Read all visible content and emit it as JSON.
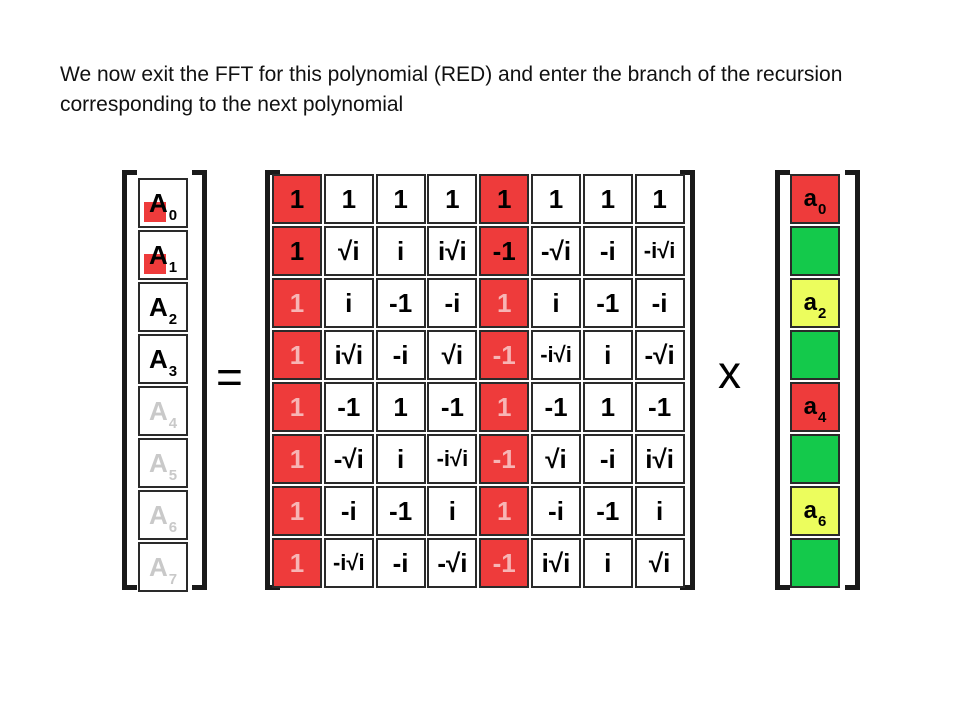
{
  "caption": "We now exit the FFT for this polynomial (RED) and enter the branch of the recursion corresponding to the next polynomial",
  "equals_sign": "=",
  "times_sign": "x",
  "output_vector": [
    {
      "base": "A",
      "sub": "0",
      "style": "marked"
    },
    {
      "base": "A",
      "sub": "1",
      "style": "marked"
    },
    {
      "base": "A",
      "sub": "2",
      "style": "normal"
    },
    {
      "base": "A",
      "sub": "3",
      "style": "normal"
    },
    {
      "base": "A",
      "sub": "4",
      "style": "faded"
    },
    {
      "base": "A",
      "sub": "5",
      "style": "faded"
    },
    {
      "base": "A",
      "sub": "6",
      "style": "faded"
    },
    {
      "base": "A",
      "sub": "7",
      "style": "faded"
    }
  ],
  "matrix": [
    [
      "1",
      "1",
      "1",
      "1",
      "1",
      "1",
      "1",
      "1"
    ],
    [
      "1",
      "√i",
      "i",
      "i√i",
      "-1",
      "-√i",
      "-i",
      "-i√i"
    ],
    [
      "1",
      "i",
      "-1",
      "-i",
      "1",
      "i",
      "-1",
      "-i"
    ],
    [
      "1",
      "i√i",
      "-i",
      "√i",
      "-1",
      "-i√i",
      "i",
      "-√i"
    ],
    [
      "1",
      "-1",
      "1",
      "-1",
      "1",
      "-1",
      "1",
      "-1"
    ],
    [
      "1",
      "-√i",
      "i",
      "-i√i",
      "-1",
      "√i",
      "-i",
      "i√i"
    ],
    [
      "1",
      "-i",
      "-1",
      "i",
      "1",
      "-i",
      "-1",
      "i"
    ],
    [
      "1",
      "-i√i",
      "-i",
      "-√i",
      "-1",
      "i√i",
      "i",
      "√i"
    ]
  ],
  "red_columns": [
    0,
    4
  ],
  "input_vector": [
    {
      "base": "a",
      "sub": "0",
      "color": "red"
    },
    {
      "base": "",
      "sub": "",
      "color": "green"
    },
    {
      "base": "a",
      "sub": "2",
      "color": "yellow"
    },
    {
      "base": "",
      "sub": "",
      "color": "green"
    },
    {
      "base": "a",
      "sub": "4",
      "color": "red"
    },
    {
      "base": "",
      "sub": "",
      "color": "green"
    },
    {
      "base": "a",
      "sub": "6",
      "color": "yellow"
    },
    {
      "base": "",
      "sub": "",
      "color": "green"
    }
  ],
  "colors": {
    "red": "#ee3b3b",
    "green": "#14c94b",
    "yellow": "#ecfd5d"
  }
}
